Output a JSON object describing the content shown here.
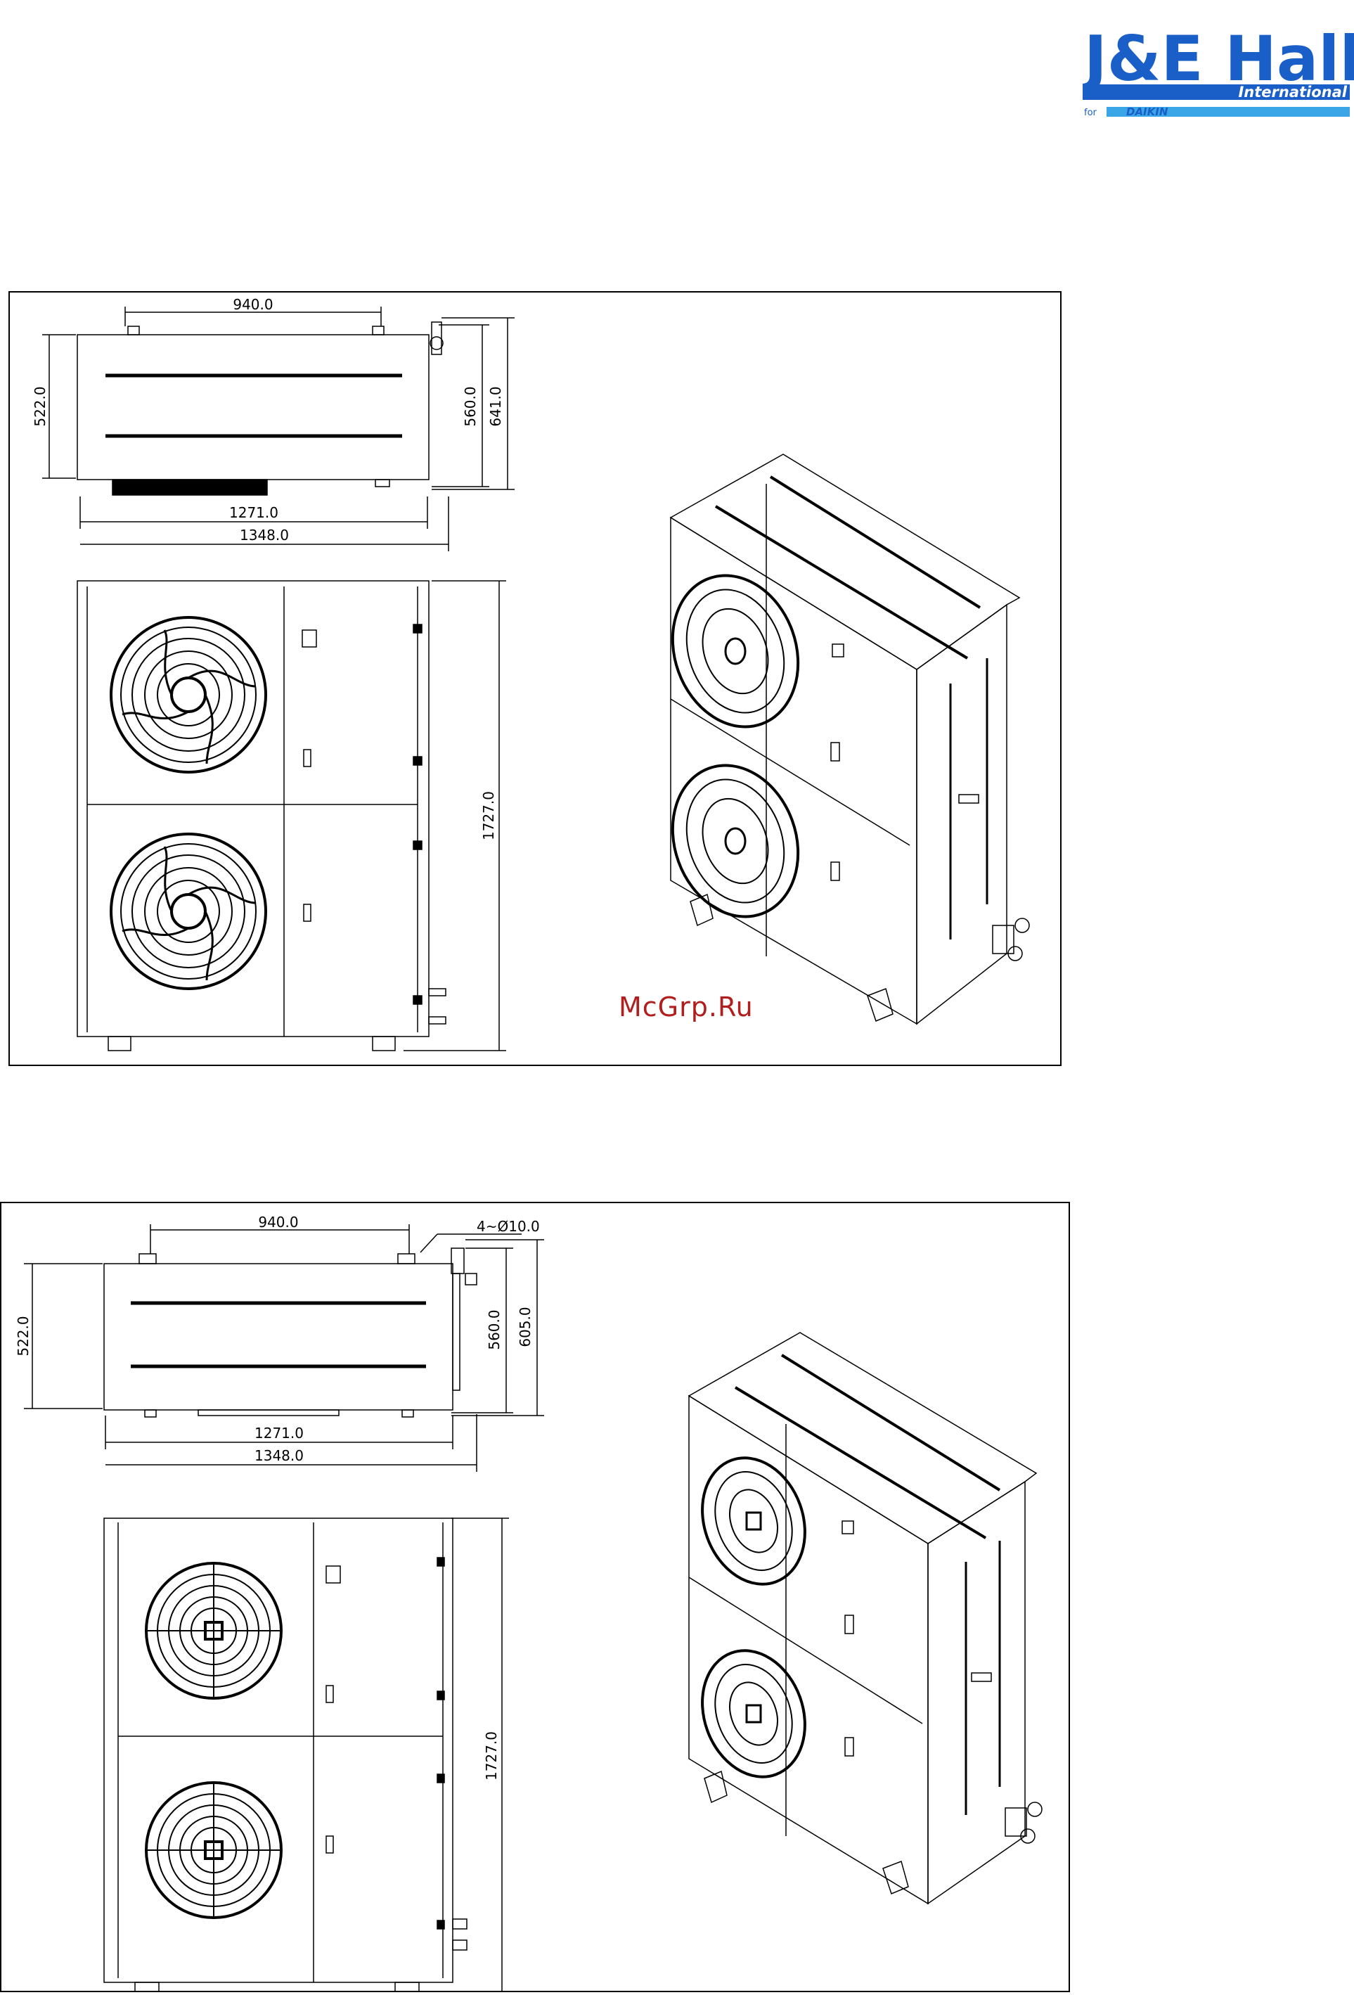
{
  "logo": {
    "brand": "J&E Hall",
    "sub": "International",
    "for": "for",
    "partner": "DAIKIN",
    "colors": {
      "blue": "#1a5fc8",
      "light": "#3aa6e8"
    }
  },
  "watermark": "McGrp.Ru",
  "drawing1": {
    "dims": {
      "top_width": "940.0",
      "depth_left": "522.0",
      "depth_mid": "560.0",
      "depth_right": "641.0",
      "width_inner": "1271.0",
      "width_outer": "1348.0",
      "height": "1727.0"
    }
  },
  "drawing2": {
    "dims": {
      "top_width": "940.0",
      "holes": "4~Ø10.0",
      "depth_left": "522.0",
      "depth_mid": "560.0",
      "depth_right": "605.0",
      "width_inner": "1271.0",
      "width_outer": "1348.0",
      "height": "1727.0"
    }
  }
}
